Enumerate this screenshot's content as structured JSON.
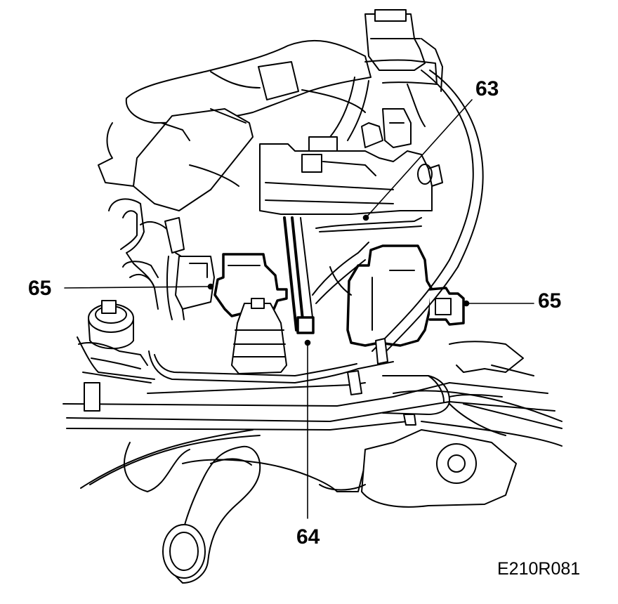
{
  "diagram": {
    "callouts": [
      {
        "id": "63",
        "label": "63"
      },
      {
        "id": "64",
        "label": "64"
      },
      {
        "id": "65-left",
        "label": "65"
      },
      {
        "id": "65-right",
        "label": "65"
      }
    ],
    "figure_ref": "E210R081",
    "colors": {
      "ink": "#000000",
      "paper": "#ffffff"
    }
  }
}
